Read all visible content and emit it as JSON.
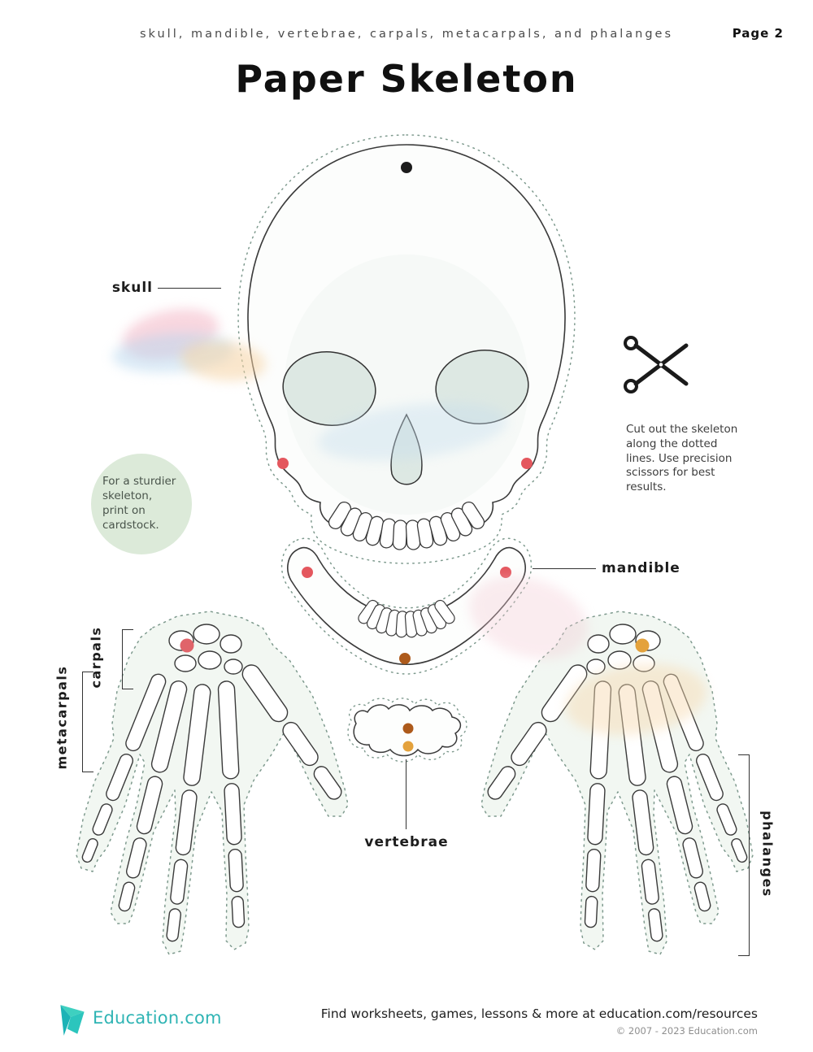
{
  "header": {
    "subtitle": "skull, mandible, vertebrae, carpals, metacarpals, and phalanges",
    "page_label": "Page 2",
    "title": "Paper Skeleton"
  },
  "labels": {
    "skull": "skull",
    "mandible": "mandible",
    "vertebrae": "vertebrae",
    "carpals": "carpals",
    "metacarpals": "metacarpals",
    "phalanges": "phalanges"
  },
  "notes": {
    "cardstock": "For a sturdier skeleton, print on cardstock.",
    "cutting": "Cut out the skeleton along the dotted lines. Use precision scissors for best results."
  },
  "footer": {
    "brand": "Education.com",
    "resources_line": "Find worksheets, games, lessons & more at education.com/resources",
    "copyright": "© 2007 - 2023 Education.com"
  },
  "icons": {
    "scissors_icon": "scissors",
    "education_logo_icon": "origami-e-mark"
  },
  "colors": {
    "dot_black": "#1c1c1c",
    "dot_red": "#e4575e",
    "dot_pink": "#e0646a",
    "dot_brown": "#ad5a1b",
    "dot_orange": "#e4a23c",
    "accent_teal": "#2fb4b4",
    "cut_line": "#7e9a8e",
    "bone_tint": "#dde8e3"
  }
}
